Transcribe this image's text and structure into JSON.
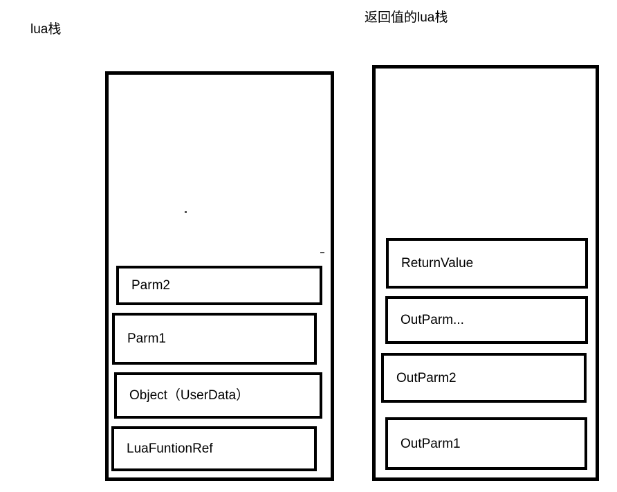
{
  "diagram": {
    "title_left": "lua栈",
    "title_right": "返回值的lua栈",
    "left_stack": {
      "label": "lua栈",
      "cells": [
        {
          "label": "Parm2"
        },
        {
          "label": "Parm1"
        },
        {
          "label": "Object（UserData）"
        },
        {
          "label": "LuaFuntionRef"
        }
      ]
    },
    "right_stack": {
      "label": "返回值的lua栈",
      "cells": [
        {
          "label": "ReturnValue"
        },
        {
          "label": "OutParm..."
        },
        {
          "label": "OutParm2"
        },
        {
          "label": "OutParm1"
        }
      ]
    },
    "colors": {
      "stroke": "#000000",
      "background": "#ffffff",
      "text": "#000000"
    }
  }
}
